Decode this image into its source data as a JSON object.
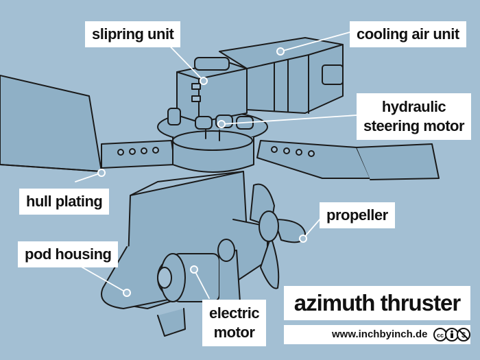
{
  "labels": {
    "slipring_unit": "slipring unit",
    "cooling_air_unit": "cooling air unit",
    "hydraulic_line1": "hydraulic",
    "hydraulic_line2": "steering motor",
    "hull_plating": "hull plating",
    "propeller": "propeller",
    "pod_housing": "pod housing",
    "electric_line1": "electric",
    "electric_line2": "motor"
  },
  "title": "azimuth thruster",
  "credit": "www.inchbyinch.de",
  "license_icons": [
    "cc-icon",
    "by-icon",
    "nc-icon"
  ],
  "colors": {
    "background": "#a3bfd3",
    "label_background": "#ffffff",
    "line": "#1a1a1a"
  }
}
